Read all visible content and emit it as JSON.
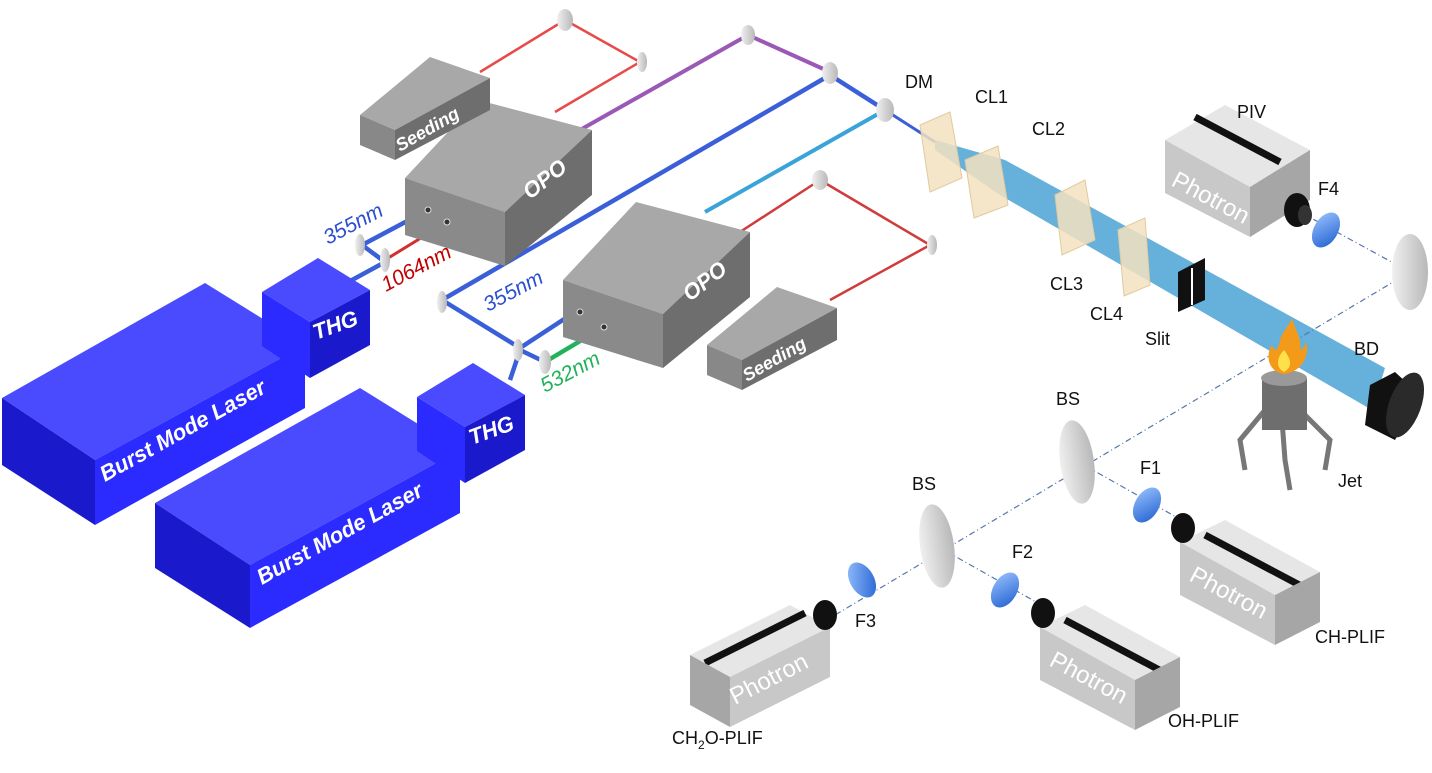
{
  "colors": {
    "laser": "#3333ff",
    "beam_355": "#3a5fd8",
    "beam_1064": "#e23b3b",
    "beam_532": "#22b35a",
    "beam_purple": "#9b59b6",
    "beam_light": "#3aa3d8",
    "sheet": "#4aa3d6",
    "opo": "#8a8a8a",
    "camera": "#c8c8c8",
    "filter": "#2f6fd8"
  },
  "lasers": [
    {
      "label": "Burst Mode Laser",
      "harmonic": "THG"
    },
    {
      "label": "Burst Mode Laser",
      "harmonic": "THG"
    }
  ],
  "opos": [
    {
      "label": "OPO",
      "seeding": "Seeding"
    },
    {
      "label": "OPO",
      "seeding": "Seeding"
    }
  ],
  "wavelengths": {
    "w1": "355nm",
    "w2": "1064nm",
    "w3": "355nm",
    "w4": "532nm"
  },
  "optics": {
    "dm": "DM",
    "cl1": "CL1",
    "cl2": "CL2",
    "cl3": "CL3",
    "cl4": "CL4",
    "slit": "Slit",
    "bd": "BD",
    "jet": "Jet",
    "bs1": "BS",
    "bs2": "BS",
    "f1": "F1",
    "f2": "F2",
    "f3": "F3",
    "f4": "F4"
  },
  "cameras": {
    "brand": "Photron",
    "piv": "PIV",
    "ch": "CH-PLIF",
    "oh": "OH-PLIF",
    "ch2o_prefix": "CH",
    "ch2o_sub": "2",
    "ch2o_suffix": "O-PLIF"
  }
}
